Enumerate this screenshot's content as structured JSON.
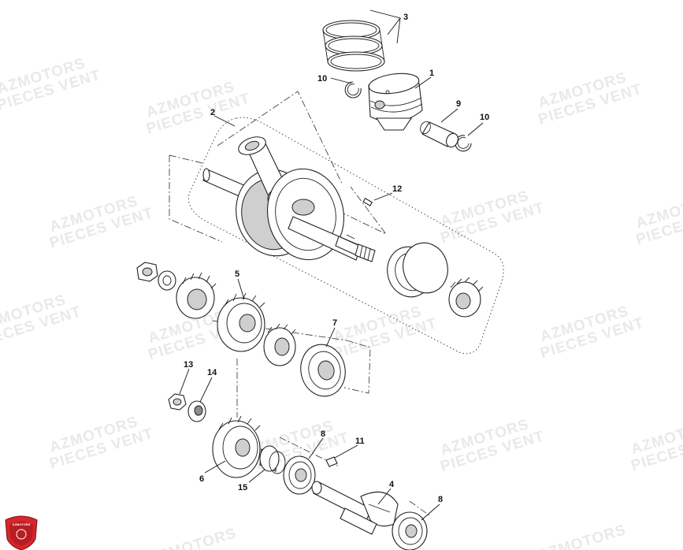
{
  "watermark": {
    "line1": "AZMOTORS",
    "line2": "PIECES VENT"
  },
  "logo": {
    "text": "AZMOTORS",
    "color": "#d6262b"
  },
  "callouts": {
    "c1": "1",
    "c2": "2",
    "c3": "3",
    "c4": "4",
    "c5": "5",
    "c6": "6",
    "c7": "7",
    "c8a": "8",
    "c8b": "8",
    "c9": "9",
    "c10a": "10",
    "c10b": "10",
    "c11": "11",
    "c12": "12",
    "c13": "13",
    "c14": "14",
    "c15": "15"
  },
  "parts": [
    {
      "ref": "1",
      "icon": "piston-icon"
    },
    {
      "ref": "2",
      "icon": "crankshaft-icon"
    },
    {
      "ref": "3",
      "icon": "piston-rings-icon"
    },
    {
      "ref": "4",
      "icon": "balancer-shaft-icon"
    },
    {
      "ref": "5",
      "icon": "balancer-drive-gear-icon"
    },
    {
      "ref": "6",
      "icon": "balancer-driven-gear-icon"
    },
    {
      "ref": "7",
      "icon": "bearing-icon"
    },
    {
      "ref": "8",
      "icon": "bearing-icon"
    },
    {
      "ref": "9",
      "icon": "piston-pin-icon"
    },
    {
      "ref": "10",
      "icon": "circlip-icon"
    },
    {
      "ref": "11",
      "icon": "key-icon"
    },
    {
      "ref": "12",
      "icon": "key-icon"
    },
    {
      "ref": "13",
      "icon": "nut-icon"
    },
    {
      "ref": "14",
      "icon": "washer-icon"
    },
    {
      "ref": "15",
      "icon": "spacer-icon"
    }
  ]
}
